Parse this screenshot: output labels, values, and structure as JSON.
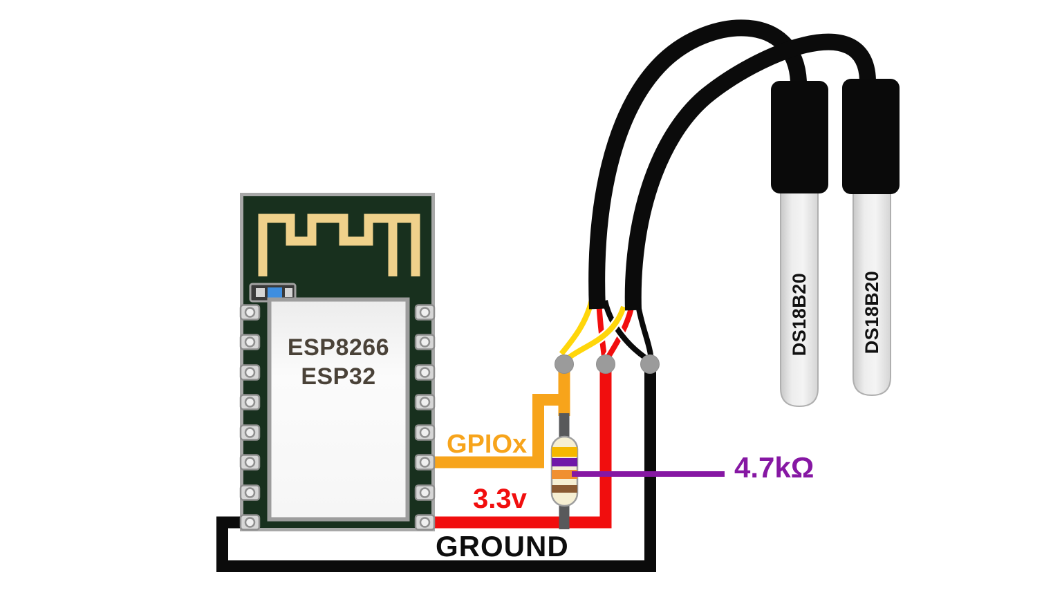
{
  "board": {
    "name_line1": "ESP8266",
    "name_line2": "ESP32"
  },
  "wire_labels": {
    "gpio": "GPIOx",
    "power": "3.3v",
    "ground": "GROUND"
  },
  "resistor": {
    "value": "4.7kΩ"
  },
  "sensors": [
    {
      "label": "DS18B20"
    },
    {
      "label": "DS18B20"
    }
  ],
  "icons": {
    "esp_antenna": "wifi-antenna-trace",
    "junction": "solder-junction-dot"
  },
  "colors": {
    "gpio": "#F7A41B",
    "power": "#F10E0E",
    "ground": "#0B0B0B",
    "data_wire": "#FFD60A",
    "annotation": "#8617A3",
    "pcb": "#18301E",
    "antenna": "#EFD18B",
    "resistor_body": "#F6EFD3",
    "band_gold": "#F5B700",
    "band_violet": "#7019A8",
    "band_orange": "#F09030",
    "band_brown": "#8A5A33",
    "board_text": "#4A4238"
  }
}
